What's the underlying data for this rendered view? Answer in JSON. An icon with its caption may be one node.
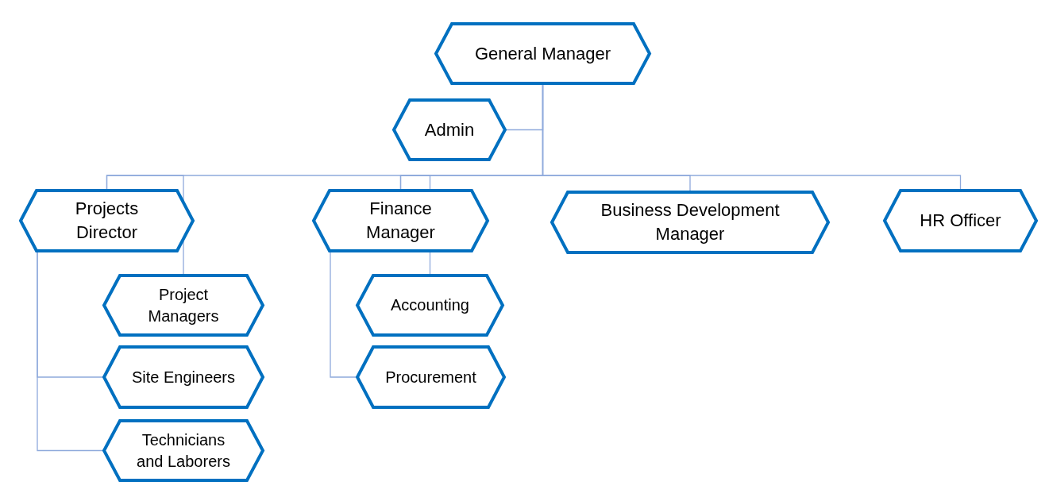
{
  "diagram": {
    "nodes": [
      {
        "text": [
          "General Manager"
        ]
      },
      {
        "text": [
          "Admin"
        ]
      },
      {
        "text": [
          "Projects Director"
        ]
      },
      {
        "text": [
          "Finance Manager"
        ]
      },
      {
        "text": [
          "Business Development Manager"
        ]
      },
      {
        "text": [
          "HR Officer"
        ]
      },
      {
        "text": [
          "Project Managers"
        ]
      },
      {
        "text": [
          "Site Engineers"
        ]
      },
      {
        "text": [
          "Technicians and Laborers"
        ]
      },
      {
        "text": [
          "Accounting"
        ]
      },
      {
        "text": [
          "Procurement"
        ]
      }
    ],
    "edges": [
      {
        "from": 0,
        "to": 1,
        "arrow": "none"
      },
      {
        "from": 0,
        "to": 2,
        "arrow": "none"
      },
      {
        "from": 0,
        "to": 3,
        "arrow": "none"
      },
      {
        "from": 0,
        "to": 4,
        "arrow": "none"
      },
      {
        "from": 0,
        "to": 5,
        "arrow": "none"
      },
      {
        "from": 2,
        "to": 6,
        "arrow": "none"
      },
      {
        "from": 2,
        "to": 7,
        "arrow": "none"
      },
      {
        "from": 2,
        "to": 8,
        "arrow": "none"
      },
      {
        "from": 3,
        "to": 9,
        "arrow": "none"
      },
      {
        "from": 3,
        "to": 10,
        "arrow": "none"
      }
    ]
  }
}
